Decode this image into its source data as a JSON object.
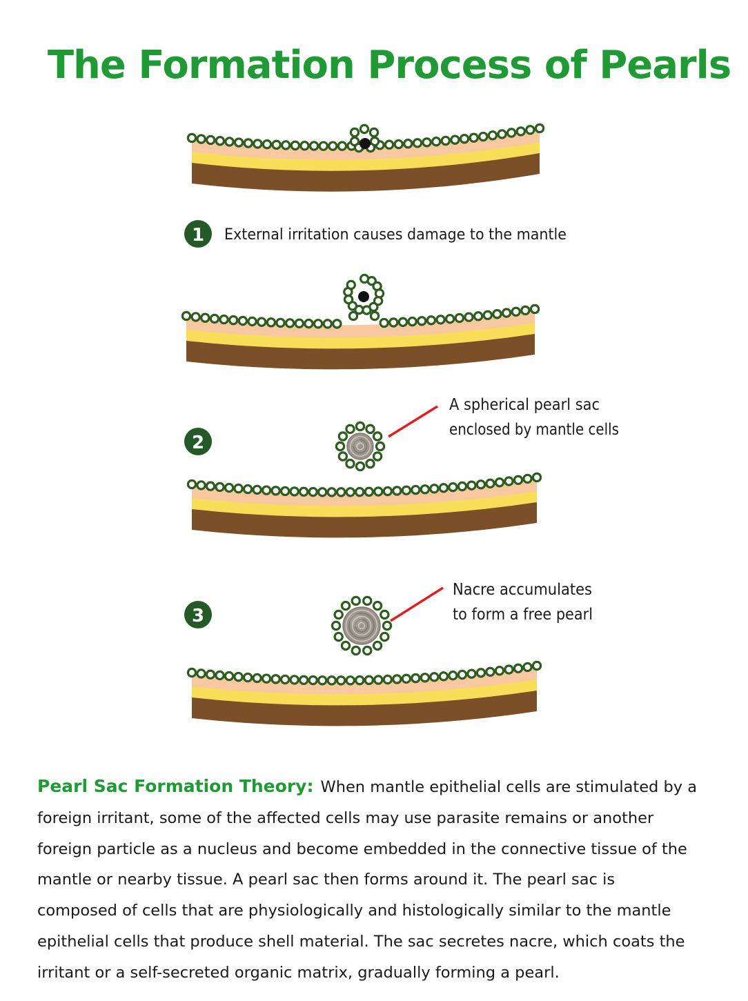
{
  "title": "The Formation Process of Pearls",
  "colors": {
    "title_green": "#1f9a34",
    "cell_ring": "#2e5b1e",
    "mantle_peach": "#f8c8a0",
    "mantle_yellow": "#f8dd58",
    "mantle_brown": "#7b4f27",
    "badge": "#245a27",
    "callout_line": "#e02020"
  },
  "steps": [
    {
      "number": "1",
      "label": "External irritation causes damage to the mantle"
    },
    {
      "number": "2",
      "callout": [
        "A spherical pearl sac",
        "enclosed by mantle cells"
      ]
    },
    {
      "number": "3",
      "callout": [
        "Nacre accumulates",
        "to form a free pearl"
      ]
    }
  ],
  "theory": {
    "heading": "Pearl Sac Formation Theory:",
    "body": "When mantle epithelial cells are stimulated by a foreign irritant, some of the affected cells may use parasite remains or another foreign particle as a nucleus and become embedded in the connective tissue of the mantle or nearby tissue.  A pearl sac then forms around it.  The pearl sac is composed of cells that are physiologically and histologically similar to the mantle epithelial cells that produce shell material.  The sac secretes nacre, which coats the irritant or a self-secreted organic matrix, gradually forming a pearl."
  }
}
